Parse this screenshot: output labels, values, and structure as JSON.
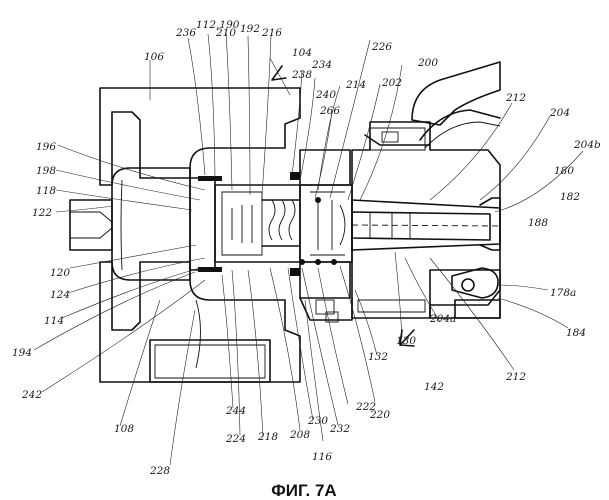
{
  "caption": "ФИГ. 7А",
  "reference_labels": [
    "236",
    "112",
    "190",
    "192",
    "210",
    "216",
    "106",
    "104",
    "234",
    "238",
    "226",
    "200",
    "212",
    "204",
    "240",
    "214",
    "202",
    "266",
    "196",
    "198",
    "118",
    "204b",
    "122",
    "180",
    "182",
    "188",
    "120",
    "124",
    "114",
    "178a",
    "184",
    "194",
    "242",
    "204a",
    "132",
    "130",
    "142",
    "212",
    "222",
    "244",
    "224",
    "218",
    "208",
    "230",
    "232",
    "220",
    "116",
    "108",
    "228"
  ],
  "part_numbers": {
    "n236": "236",
    "n112": "112",
    "n190": "190",
    "n192": "192",
    "n210": "210",
    "n216": "216",
    "n106": "106",
    "n104": "104",
    "n234": "234",
    "n238": "238",
    "n226": "226",
    "n200": "200",
    "n212a": "212",
    "n204": "204",
    "n240": "240",
    "n214": "214",
    "n202": "202",
    "n266": "266",
    "n196": "196",
    "n198": "198",
    "n118": "118",
    "n204b": "204b",
    "n122": "122",
    "n180": "180",
    "n182": "182",
    "n188": "188",
    "n120": "120",
    "n124": "124",
    "n114": "114",
    "n178a": "178a",
    "n184": "184",
    "n194": "194",
    "n242": "242",
    "n204a": "204a",
    "n132": "132",
    "n130": "130",
    "n142": "142",
    "n212b": "212",
    "n222": "222",
    "n244": "244",
    "n224": "224",
    "n218": "218",
    "n208": "208",
    "n230": "230",
    "n232": "232",
    "n220": "220",
    "n116": "116",
    "n108": "108",
    "n228": "228"
  }
}
